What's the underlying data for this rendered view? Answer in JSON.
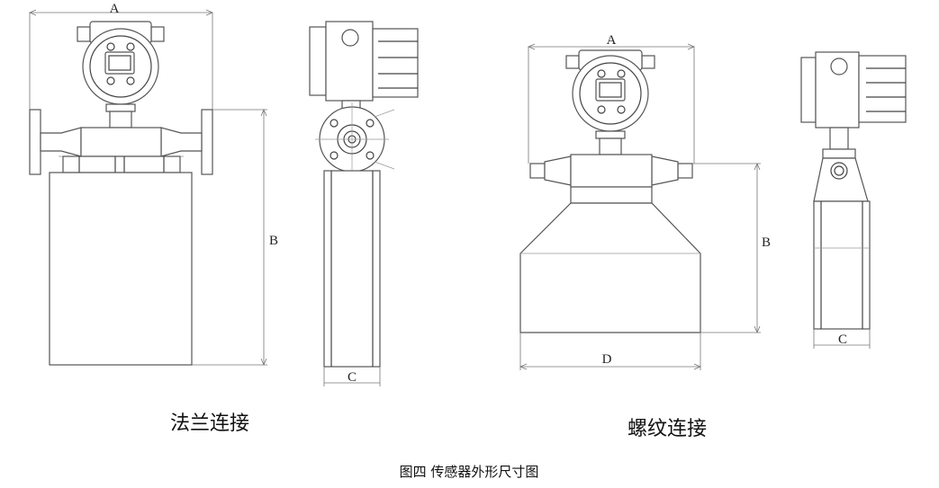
{
  "labels": {
    "flange_a": "A",
    "flange_b": "B",
    "flange_c": "C",
    "thread_a": "A",
    "thread_b": "B",
    "thread_c": "C",
    "thread_d": "D"
  },
  "captions": {
    "flange": "法兰连接",
    "thread": "螺纹连接",
    "figure": "图四  传感器外形尺寸图"
  }
}
